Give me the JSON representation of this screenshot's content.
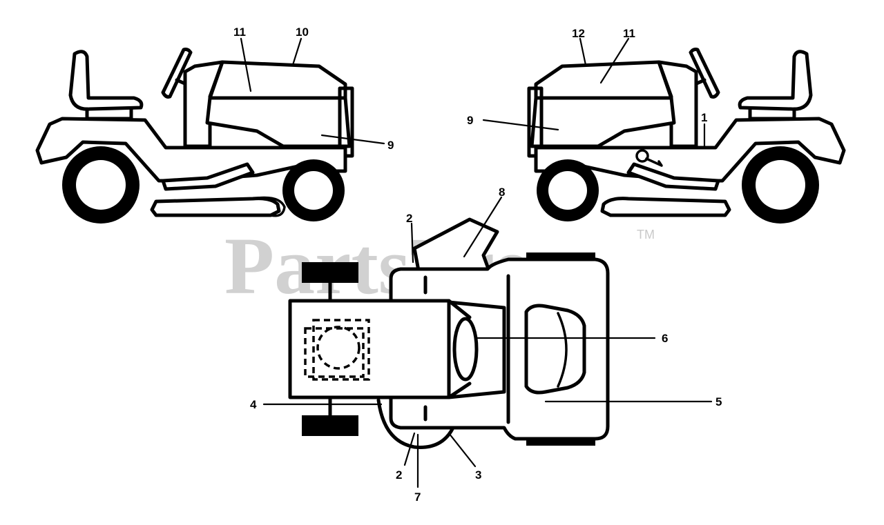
{
  "watermark": {
    "text": "PartsTree",
    "mark": "TM",
    "color": "#c9c9c9"
  },
  "views": {
    "left_side": "tractor-left-side-view",
    "right_side": "tractor-right-side-view",
    "top": "tractor-top-view"
  },
  "callouts": {
    "c1": "1",
    "c2a": "2",
    "c2b": "2",
    "c3": "3",
    "c4": "4",
    "c5": "5",
    "c6": "6",
    "c7": "7",
    "c8": "8",
    "c9a": "9",
    "c9b": "9",
    "c10": "10",
    "c11a": "11",
    "c11b": "11",
    "c12": "12"
  },
  "colors": {
    "line": "#000000",
    "background": "#ffffff"
  }
}
